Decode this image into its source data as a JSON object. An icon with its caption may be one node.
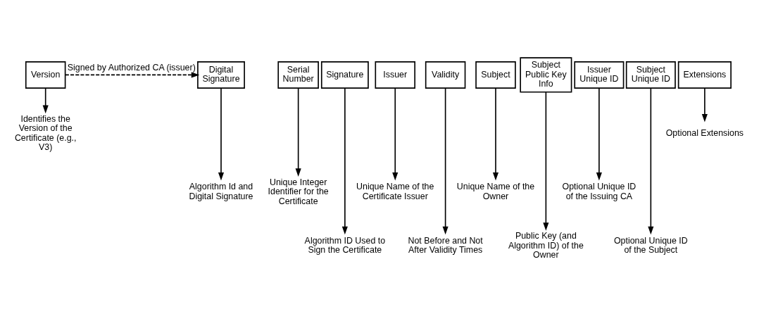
{
  "diagram": {
    "nodes": [
      {
        "text": [
          "Version"
        ]
      },
      {
        "text": [
          "Serial Number"
        ]
      },
      {
        "text": [
          "Signature"
        ]
      },
      {
        "text": [
          "Issuer"
        ]
      },
      {
        "text": [
          "Validity"
        ]
      },
      {
        "text": [
          "Subject"
        ]
      },
      {
        "text": [
          "Subject Public Key Info"
        ]
      },
      {
        "text": [
          "Issuer Unique ID"
        ]
      },
      {
        "text": [
          "Subject Unique ID"
        ]
      },
      {
        "text": [
          "Extensions"
        ]
      },
      {
        "text": [
          "Digital Signature"
        ]
      },
      {
        "text": [
          "Identifies the Version of the Certificate (e.g., V3)"
        ]
      },
      {
        "text": [
          "Unique Integer Identifier for the Certificate"
        ]
      },
      {
        "text": [
          "Algorithm ID Used to Sign the Certificate"
        ]
      },
      {
        "text": [
          "Unique Name of the Certificate Issuer"
        ]
      },
      {
        "text": [
          "Not Before and Not After Validity Times"
        ]
      },
      {
        "text": [
          "Unique Name of the Owner"
        ]
      },
      {
        "text": [
          "Public Key (and Algorithm ID) of the Owner"
        ]
      },
      {
        "text": [
          "Optional Unique ID of the Issuing CA"
        ]
      },
      {
        "text": [
          "Optional Unique ID of the Subject"
        ]
      },
      {
        "text": [
          "Optional Extensions"
        ]
      },
      {
        "text": [
          "Algorithm Id and Digital Signature"
        ]
      }
    ],
    "edges": [
      {
        "from": 0,
        "to": 10,
        "arrow": "to",
        "style": "dashed",
        "label": "Signed by Authorized CA (issuer)"
      },
      {
        "from": 0,
        "to": 11,
        "arrow": "to"
      },
      {
        "from": 1,
        "to": 12,
        "arrow": "to"
      },
      {
        "from": 2,
        "to": 13,
        "arrow": "to"
      },
      {
        "from": 3,
        "to": 14,
        "arrow": "to"
      },
      {
        "from": 4,
        "to": 15,
        "arrow": "to"
      },
      {
        "from": 5,
        "to": 16,
        "arrow": "to"
      },
      {
        "from": 6,
        "to": 17,
        "arrow": "to"
      },
      {
        "from": 7,
        "to": 18,
        "arrow": "to"
      },
      {
        "from": 8,
        "to": 19,
        "arrow": "to"
      },
      {
        "from": 9,
        "to": 20,
        "arrow": "to"
      },
      {
        "from": 10,
        "to": 21,
        "arrow": "to"
      }
    ]
  }
}
